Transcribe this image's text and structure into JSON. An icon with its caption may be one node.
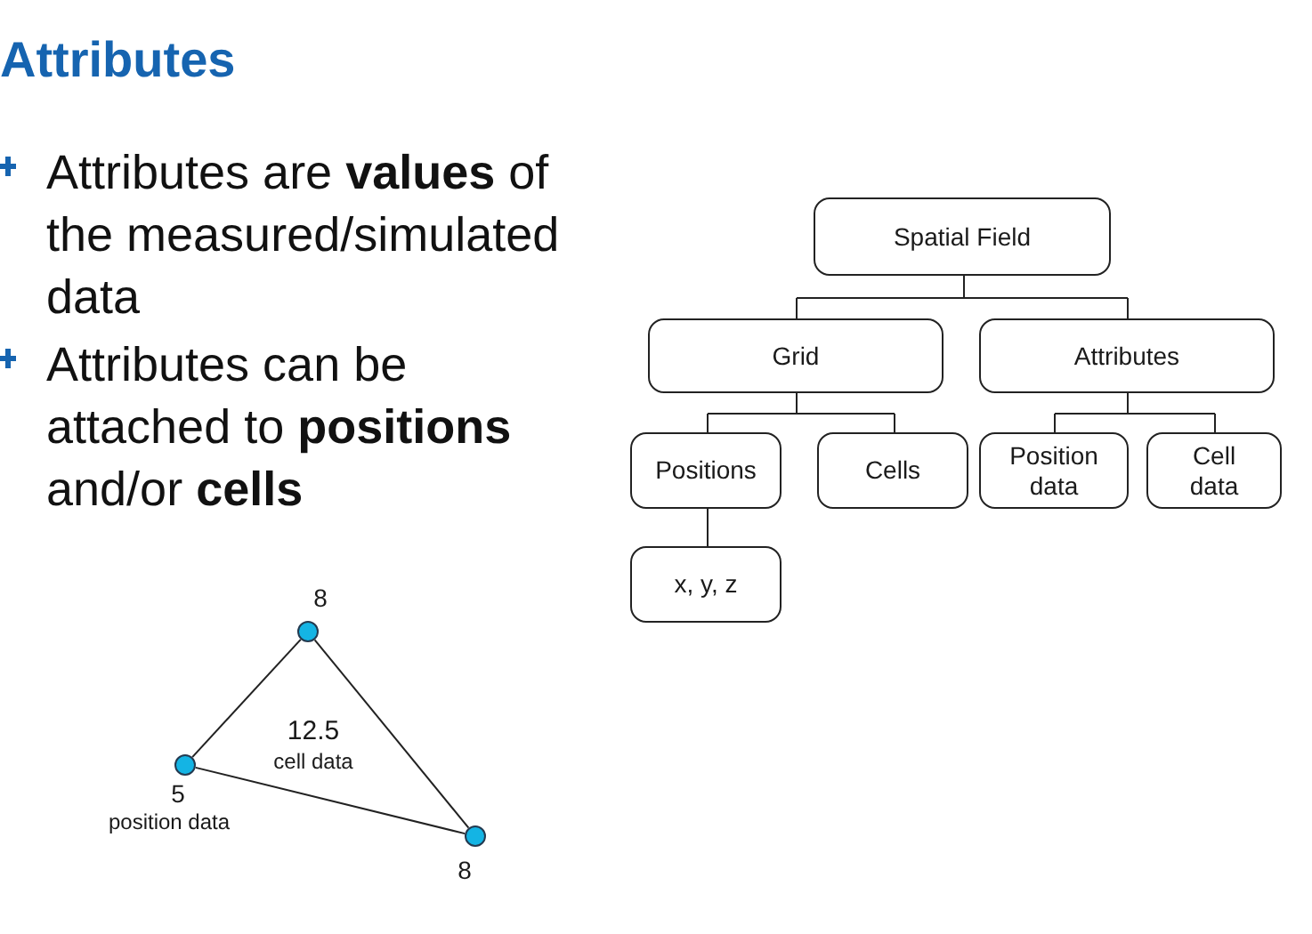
{
  "diagram": {
    "title": "Attributes",
    "nodes": [
      {
        "text": [
          "Spatial Field"
        ]
      },
      {
        "text": [
          "Grid"
        ]
      },
      {
        "text": [
          "Attributes"
        ]
      },
      {
        "text": [
          "Positions"
        ]
      },
      {
        "text": [
          "Cells"
        ]
      },
      {
        "text": [
          "Position data"
        ]
      },
      {
        "text": [
          "Cell data"
        ]
      },
      {
        "text": [
          "x, y, z"
        ]
      },
      {
        "text": [],
        "shape": "circle",
        "beside": [
          "8"
        ]
      },
      {
        "text": [],
        "shape": "circle",
        "beside": [
          "5",
          "position data"
        ]
      },
      {
        "text": [],
        "shape": "circle",
        "beside": [
          "8"
        ]
      }
    ],
    "edges": [
      {
        "from": 0,
        "to": 1,
        "arrow": "none"
      },
      {
        "from": 0,
        "to": 2,
        "arrow": "none"
      },
      {
        "from": 1,
        "to": 3,
        "arrow": "none"
      },
      {
        "from": 1,
        "to": 4,
        "arrow": "none"
      },
      {
        "from": 2,
        "to": 5,
        "arrow": "none"
      },
      {
        "from": 2,
        "to": 6,
        "arrow": "none"
      },
      {
        "from": 3,
        "to": 7,
        "arrow": "none"
      },
      {
        "from": 8,
        "to": 9,
        "arrow": "none"
      },
      {
        "from": 8,
        "to": 10,
        "arrow": "none"
      },
      {
        "from": 9,
        "to": 10,
        "arrow": "none"
      }
    ],
    "labels": [
      "Attributes are **values** of the measured/simulated data",
      "Attributes can be attached to **positions** and/or **cells**",
      "12.5",
      "cell data"
    ]
  }
}
